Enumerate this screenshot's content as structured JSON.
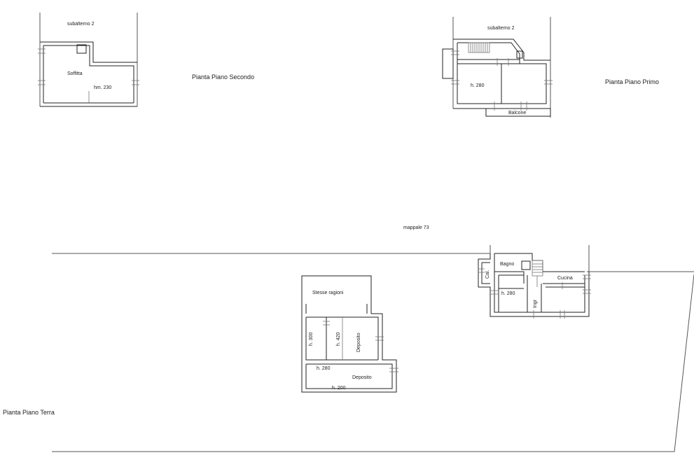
{
  "titles": {
    "second_floor": "Pianta Piano Secondo",
    "first_floor": "Pianta Piano Primo",
    "ground_floor": "Pianta Piano Terra"
  },
  "labels": {
    "map_ref": "mappale 73",
    "sub_second": "subalterno 2",
    "sub_first": "subalterno 2",
    "attic": "Soffitta",
    "hm230": "hm. 230",
    "h280_first": "h. 280",
    "balcony": "Balcone",
    "stesse": "Stesse ragioni",
    "h300": "h. 300",
    "h420": "h. 420",
    "deposito_v": "Deposito",
    "h280_ground": "h. 280",
    "deposito_h": "Deposito",
    "h200": "h. 200",
    "bagno": "Bagno",
    "cal": "Cal.",
    "h280_house": "h. 280",
    "ingr": "Ingr",
    "cucina": "Cucina"
  }
}
